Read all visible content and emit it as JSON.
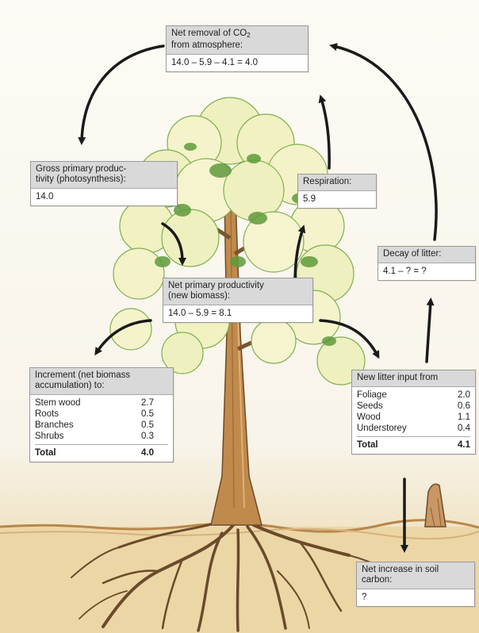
{
  "boxes": {
    "net_removal": {
      "title_line1_pre": "Net removal of CO",
      "title_sub": "2",
      "title_line2": "from atmosphere:",
      "value": "14.0 – 5.9 – 4.1 = 4.0"
    },
    "gpp": {
      "title_line1": "Gross primary produc-",
      "title_line2": "tivity (photosynthesis):",
      "value": "14.0"
    },
    "respiration": {
      "title": "Respiration:",
      "value": "5.9"
    },
    "npp": {
      "title_line1": "Net primary productivity",
      "title_line2": "(new biomass):",
      "value": "14.0 – 5.9 = 8.1"
    },
    "decay": {
      "title": "Decay of litter:",
      "value": "4.1 – ? = ?"
    },
    "increment": {
      "title_line1": "Increment (net biomass",
      "title_line2": "accumulation) to:",
      "rows": [
        {
          "label": "Stem wood",
          "value": "2.7"
        },
        {
          "label": "Roots",
          "value": "0.5"
        },
        {
          "label": "Branches",
          "value": "0.5"
        },
        {
          "label": "Shrubs",
          "value": "0.3"
        }
      ],
      "total_label": "Total",
      "total_value": "4.0"
    },
    "litter": {
      "title": "New litter input from",
      "rows": [
        {
          "label": "Foliage",
          "value": "2.0"
        },
        {
          "label": "Seeds",
          "value": "0.6"
        },
        {
          "label": "Wood",
          "value": "1.1"
        },
        {
          "label": "Understorey",
          "value": "0.4"
        }
      ],
      "total_label": "Total",
      "total_value": "4.1"
    },
    "soil": {
      "title_line1": "Net increase in soil",
      "title_line2": "carbon:",
      "value": "?"
    }
  },
  "colors": {
    "foliage_light": "#f3f2c6",
    "foliage_dark": "#5c9a3a",
    "trunk": "#b98246",
    "root": "#6b4a2a",
    "soil": "#e9cf98",
    "arrow": "#1a1a1a",
    "box_header": "#d9d9d9"
  }
}
